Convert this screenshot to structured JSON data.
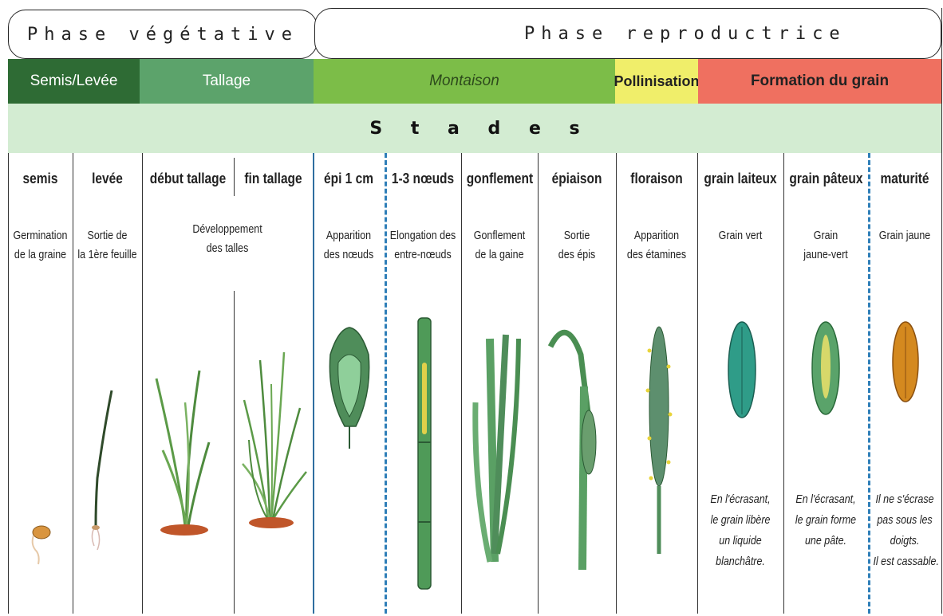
{
  "phases": {
    "vegetative": "Phase végétative",
    "reproductive": "Phase reproductrice"
  },
  "periods": [
    {
      "label": "Semis/Levée",
      "color": "#2e6b34"
    },
    {
      "label": "Tallage",
      "color": "#5ca36b"
    },
    {
      "label": "Montaison",
      "color": "#7cbd48"
    },
    {
      "label": "Pollinisation",
      "color": "#f0ee6a"
    },
    {
      "label": "Formation du grain",
      "color": "#ef7060"
    }
  ],
  "stades_title": "S t a d e s",
  "stages": [
    {
      "name": "semis",
      "desc": [
        "Germination",
        "de la graine"
      ]
    },
    {
      "name": "levée",
      "desc": [
        "Sortie de",
        "la 1ère feuille"
      ]
    },
    {
      "name": "début tallage",
      "desc": []
    },
    {
      "name": "fin tallage",
      "desc": []
    },
    {
      "name": "épi 1 cm",
      "desc": [
        "Apparition",
        "des nœuds"
      ]
    },
    {
      "name": "1-3 nœuds",
      "desc": [
        "Elongation des",
        "entre-nœuds"
      ]
    },
    {
      "name": "gonflement",
      "desc": [
        "Gonflement",
        "de la gaine"
      ]
    },
    {
      "name": "épiaison",
      "desc": [
        "Sortie",
        "des épis"
      ]
    },
    {
      "name": "floraison",
      "desc": [
        "Apparition",
        "des étamines"
      ]
    },
    {
      "name": "grain laiteux",
      "desc": [
        "Grain vert"
      ]
    },
    {
      "name": "grain pâteux",
      "desc": [
        "Grain",
        "jaune-vert"
      ]
    },
    {
      "name": "maturité",
      "desc": [
        "Grain jaune"
      ]
    }
  ],
  "tallage_desc": [
    "Développement",
    "des talles"
  ],
  "notes": {
    "laiteux": [
      "En l'écrasant,",
      "le grain libère",
      "un liquide",
      "blanchâtre."
    ],
    "pateux": [
      "En l'écrasant,",
      "le grain forme",
      "une pâte."
    ],
    "maturite": [
      "Il ne s'écrase",
      "pas sous les",
      "doigts.",
      "Il est cassable."
    ]
  }
}
